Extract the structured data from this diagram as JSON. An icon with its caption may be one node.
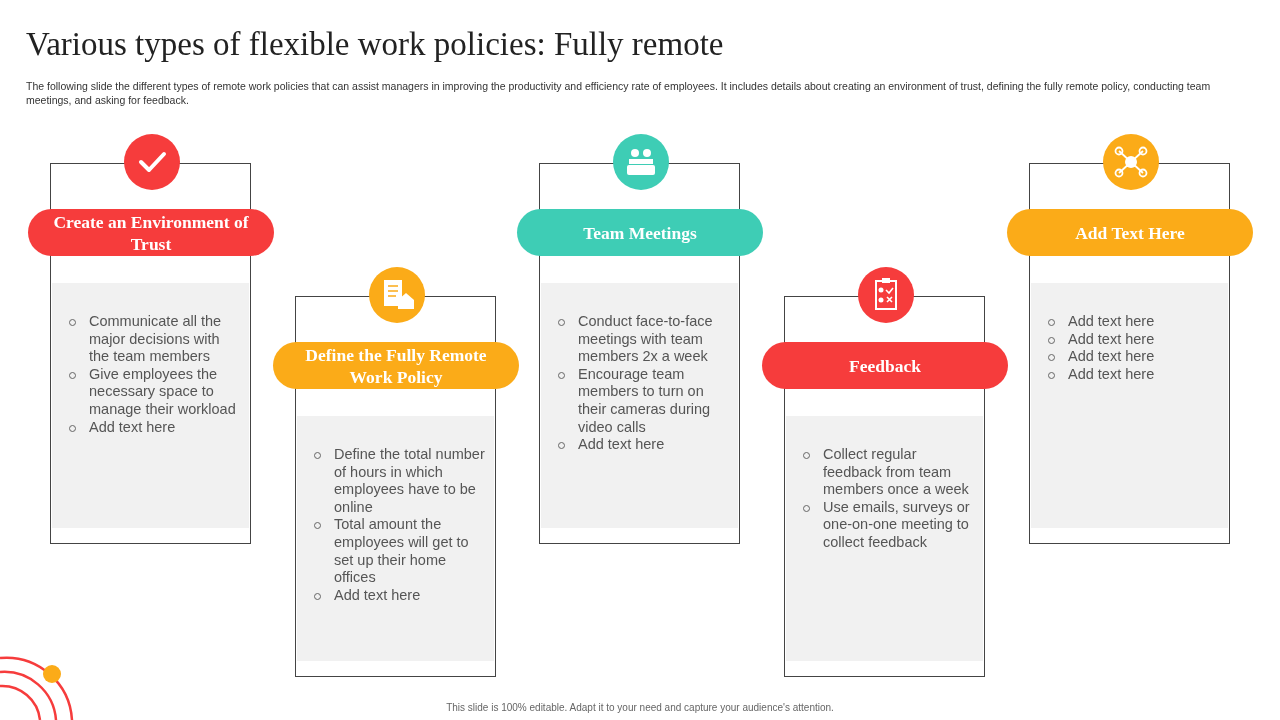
{
  "diagram": {
    "title": "Various types of flexible work policies: Fully remote",
    "nodes": [
      {
        "text": [
          "Create an Environment of Trust",
          "Communicate all the major decisions with the team members",
          "Give employees the necessary space to manage their workload",
          "Add text here"
        ]
      },
      {
        "text": [
          "Define the Fully Remote Work Policy",
          "Define the total number of hours in which employees have to be online",
          "Total amount the employees will get to set up their home offices",
          "Add text here"
        ]
      },
      {
        "text": [
          "Team Meetings",
          "Conduct face-to-face meetings with team members 2x a week",
          "Encourage team members to turn on their cameras during video calls",
          "Add text here"
        ]
      },
      {
        "text": [
          "Feedback",
          "Collect regular feedback from team members once a week",
          "Use emails, surveys or one-on-one meeting to collect feedback"
        ]
      },
      {
        "text": [
          "Add Text Here",
          "Add text here",
          "Add text here",
          "Add text here",
          "Add text here"
        ]
      }
    ],
    "edges": [],
    "labels": [
      "The following slide the different types of remote work policies that can assist managers in improving the productivity and efficiency rate of employees. It includes details about creating an environment of trust, defining the fully remote policy, conducting team meetings, and asking for feedback.",
      "This slide is 100% editable. Adapt it to your need and capture your audience's attention."
    ]
  }
}
